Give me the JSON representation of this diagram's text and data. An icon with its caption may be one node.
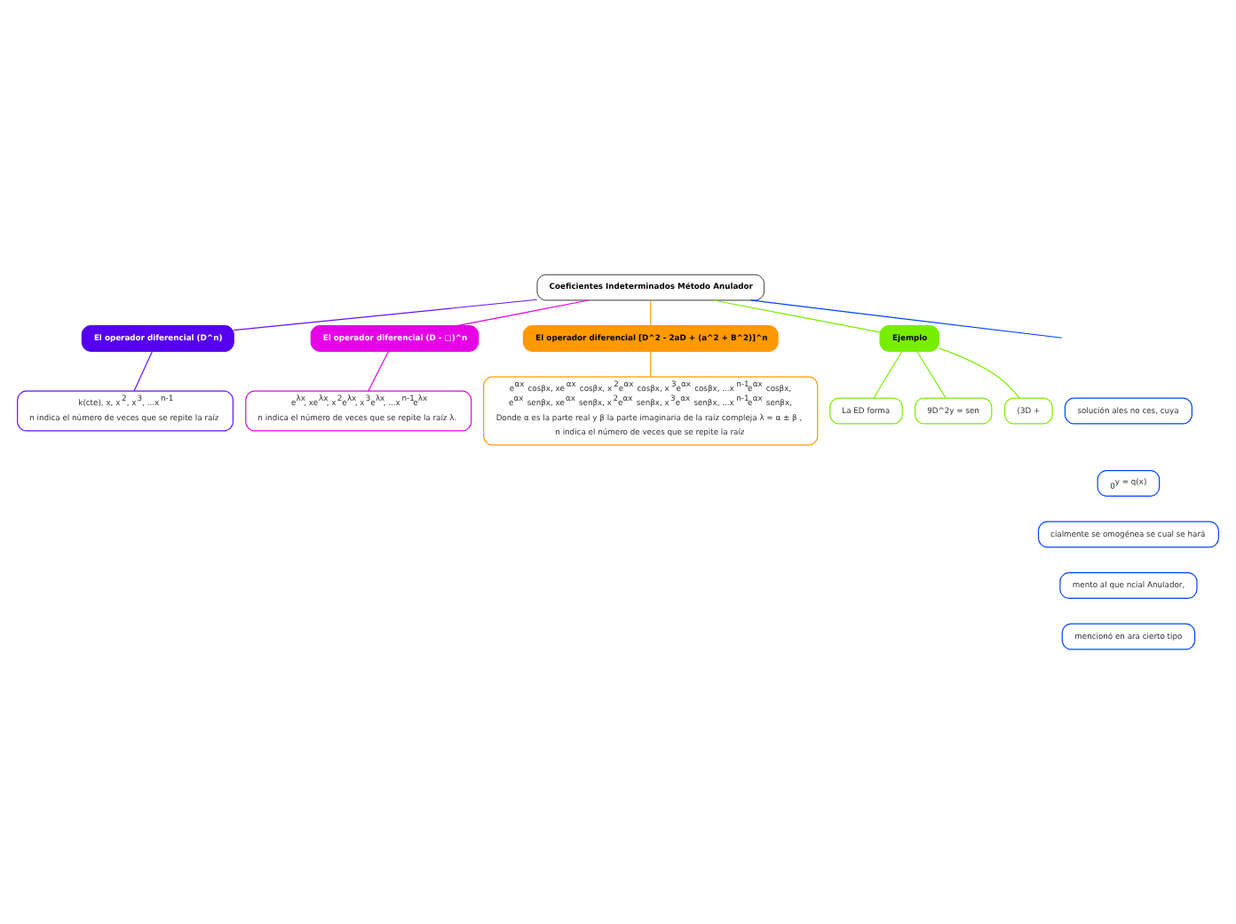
{
  "diagram": {
    "nodes": [
      {
        "text": [
          "Coeficientes Indeterminados Método Anulador"
        ]
      },
      {
        "text": [
          "El operador diferencial (D^n)"
        ]
      },
      {
        "text": [
          "k(cte), x, x$^{2}$, x$^{3}$, ...x$^{n-1}$",
          "n indica el número de veces que se repite la raíz"
        ]
      },
      {
        "text": [
          "El operador diferencial (D - □)^n"
        ]
      },
      {
        "text": [
          "e$^{λx}$, xe$^{λx}$, x$^{2}$e$^{λx}$, x$^{3}$e$^{λx}$, ...x$^{n-1}$e$^{λx}$",
          "n indica el número de veces que se repite la raíz λ."
        ]
      },
      {
        "text": [
          "El operador diferencial [D^2 - 2aD + (a^2 + B^2)]^n"
        ]
      },
      {
        "text": [
          "e$^{αx}$ cosβx, xe$^{αx}$ cosβx, x$^{2}$e$^{αx}$ cosβx, x$^{3}$e$^{αx}$ cosβx, ...x$^{n-1}$e$^{αx}$ cosβx,",
          "e$^{αx}$ senβx, xe$^{αx}$ senβx, x$^{2}$e$^{αx}$ senβx, x$^{3}$e$^{αx}$ senβx, ...x$^{n-1}$e$^{αx}$ senβx,",
          "Donde α es la parte real y β la parte imaginaria de la raíz compleja λ = α ± β ,",
          "n indica el número de veces que se repite la raíz"
        ]
      },
      {
        "text": [
          "Ejemplo"
        ]
      },
      {
        "text": [
          "La ED forma"
        ]
      },
      {
        "text": [
          "9D^2y = sen"
        ]
      },
      {
        "text": [
          "(3D +"
        ]
      },
      {
        "text": [
          "solución ales no ces, cuya"
        ]
      },
      {
        "text": [
          "$_{0}$y = q(x)"
        ]
      },
      {
        "text": [
          "cialmente se omogénea se cual se hará"
        ]
      },
      {
        "text": [
          "mento al que ncial Anulador,"
        ]
      },
      {
        "text": [
          "mencionó en ara cierto tipo"
        ]
      }
    ],
    "edges": [
      {
        "from": 0,
        "to": null,
        "arrow": "none",
        "color": "#0044ff"
      },
      {
        "from": 0,
        "to": 1,
        "arrow": "none",
        "color": "#6611ff"
      },
      {
        "from": 0,
        "to": 3,
        "arrow": "none",
        "color": "#e600e6"
      },
      {
        "from": 0,
        "to": 5,
        "arrow": "none",
        "color": "#ff9900"
      },
      {
        "from": 0,
        "to": 7,
        "arrow": "none",
        "color": "#77ee00"
      },
      {
        "from": 1,
        "to": 2,
        "arrow": "none",
        "color": "#6611ff"
      },
      {
        "from": 3,
        "to": 4,
        "arrow": "none",
        "color": "#e600e6"
      },
      {
        "from": 5,
        "to": 6,
        "arrow": "none",
        "color": "#ff9900"
      },
      {
        "from": 7,
        "to": 8,
        "arrow": "none",
        "color": "#77ee00"
      },
      {
        "from": 7,
        "to": 9,
        "arrow": "none",
        "color": "#77ee00"
      },
      {
        "from": 7,
        "to": 10,
        "arrow": "none",
        "color": "#77ee00"
      }
    ]
  }
}
